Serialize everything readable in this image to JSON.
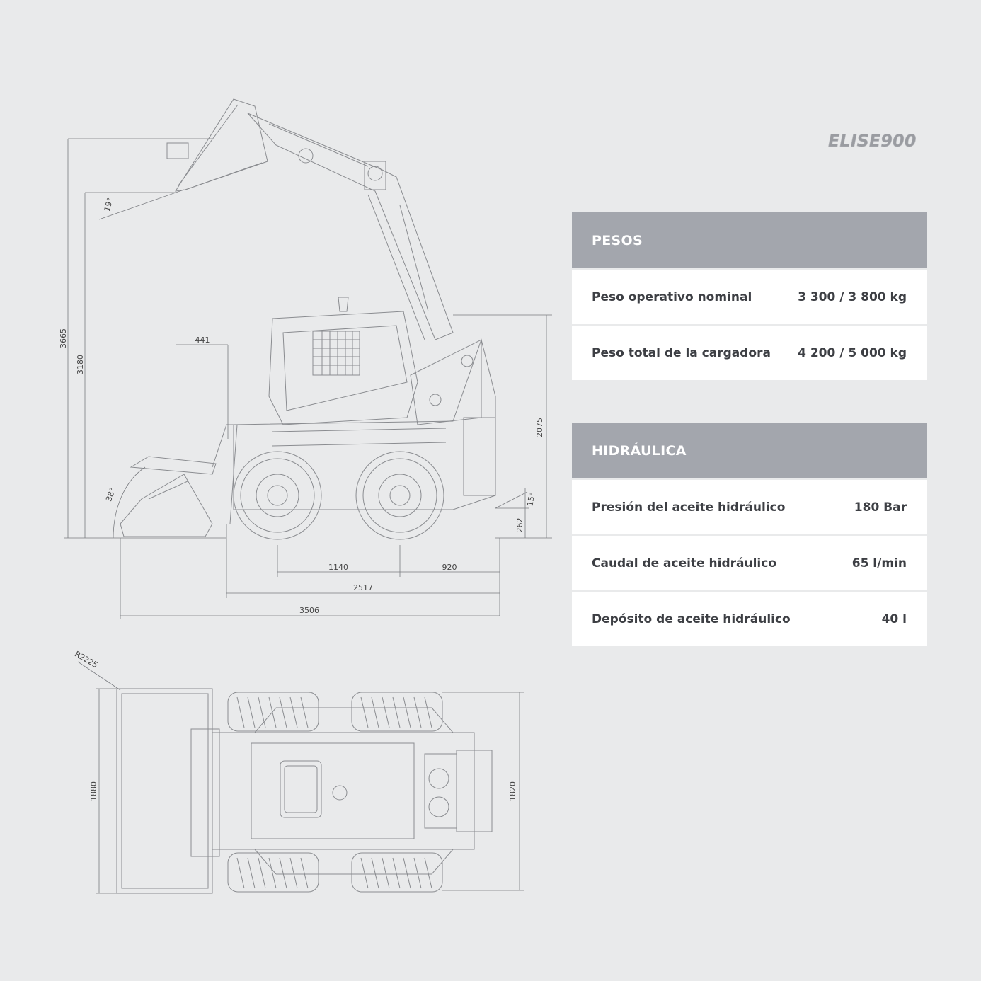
{
  "brand": {
    "logo_text": "ELISE900"
  },
  "tables": [
    {
      "title": "PESOS",
      "rows": [
        {
          "label": "Peso operativo nominal",
          "value": "3 300 / 3 800 kg"
        },
        {
          "label": "Peso total de la cargadora",
          "value": "4 200 / 5 000 kg"
        }
      ]
    },
    {
      "title": "HIDRÁULICA",
      "rows": [
        {
          "label": "Presión del aceite hidráulico",
          "value": "180 Bar"
        },
        {
          "label": "Caudal de aceite hidráulico",
          "value": "65 l/min"
        },
        {
          "label": "Depósito de aceite hidráulico",
          "value": "40 l"
        }
      ]
    }
  ],
  "dimensions": {
    "d3665": "3665",
    "d3180": "3180",
    "d441": "441",
    "d19deg": "19°",
    "d38deg": "38°",
    "d15deg": "15°",
    "d2075": "2075",
    "d262": "262",
    "d1140": "1140",
    "d920": "920",
    "d2517": "2517",
    "d3506": "3506",
    "dR2225": "R2225",
    "d1880": "1880",
    "d1820": "1820"
  },
  "colors": {
    "background": "#e9eaeb",
    "header": "#a3a6ad",
    "line": "#7a7c80"
  }
}
